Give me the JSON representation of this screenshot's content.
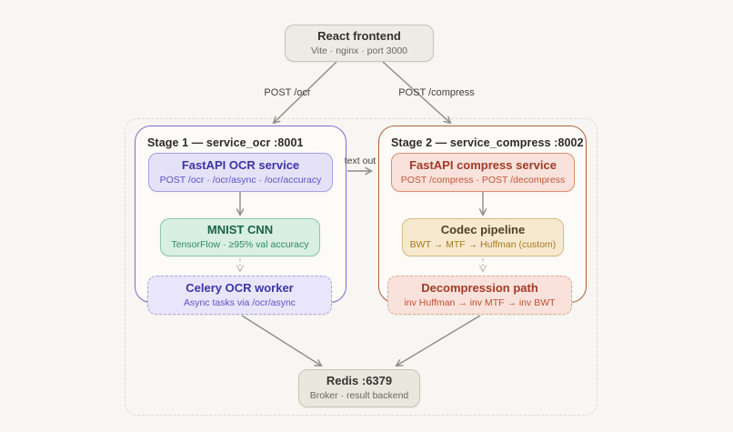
{
  "nodes": {
    "frontend": {
      "title": "React frontend",
      "subtitle": "Vite · nginx · port 3000"
    },
    "ocr_service": {
      "title": "FastAPI OCR service",
      "subtitle": "POST /ocr · /ocr/async · /ocr/accuracy"
    },
    "mnist_cnn": {
      "title": "MNIST CNN",
      "subtitle": "TensorFlow · ≥95% val accuracy"
    },
    "celery_worker": {
      "title": "Celery OCR worker",
      "subtitle": "Async tasks via /ocr/async"
    },
    "compress_service": {
      "title": "FastAPI compress service",
      "subtitle": "POST /compress · POST /decompress"
    },
    "codec_pipeline": {
      "title": "Codec pipeline",
      "subtitle": "BWT → MTF → Huffman (custom)"
    },
    "decompression_path": {
      "title": "Decompression path",
      "subtitle": "inv Huffman → inv MTF → inv BWT"
    },
    "redis": {
      "title": "Redis :6379",
      "subtitle": "Broker · result backend"
    }
  },
  "stages": {
    "stage1": {
      "header": "Stage 1 — service_ocr :8001"
    },
    "stage2": {
      "header": "Stage 2 — service_compress :8002"
    }
  },
  "edge_labels": {
    "post_ocr": "POST /ocr",
    "post_compress": "POST /compress",
    "text_out": "text out"
  },
  "colors": {
    "background": "#f7f6f2",
    "stage1_accent": "#7b6fce",
    "stage2_accent": "#b2603c",
    "ocr_fill": "#e5e2f8",
    "mnist_fill": "#d8efe2",
    "compress_fill": "#f8e2db",
    "codec_fill": "#f6e9cf",
    "decompression_fill": "#f9e2dc",
    "neutral_node_fill": "#edebe3",
    "edge_stroke": "#95928a"
  }
}
